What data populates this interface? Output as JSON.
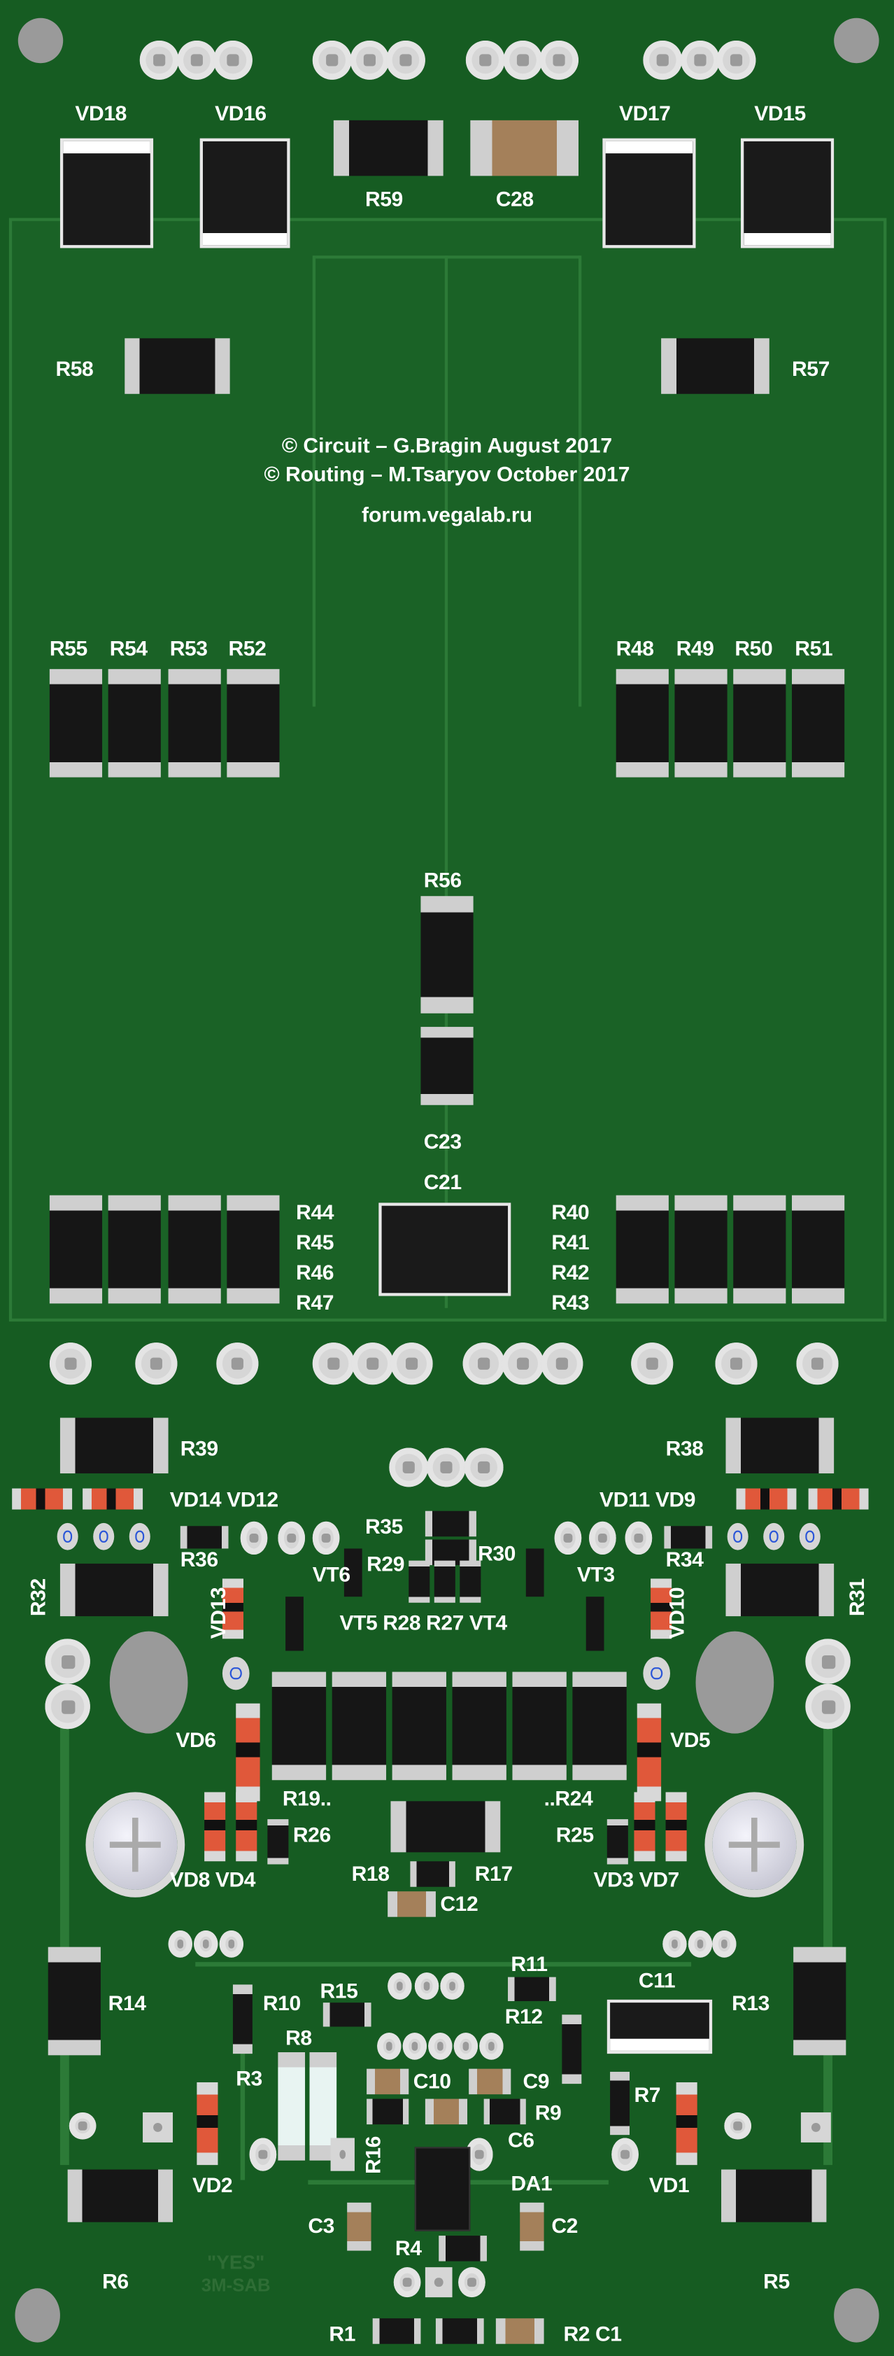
{
  "credits": {
    "line1": "© Circuit – G.Bragin   August 2017",
    "line2": "© Routing – M.Tsaryov   October 2017",
    "url": "forum.vegalab.ru"
  },
  "watermark": {
    "line1": "\"YES\"",
    "line2": "3M-SAB"
  },
  "labels": {
    "VD18": "VD18",
    "VD16": "VD16",
    "VD17": "VD17",
    "VD15": "VD15",
    "R59": "R59",
    "C28": "C28",
    "R58": "R58",
    "R57": "R57",
    "R55": "R55",
    "R54": "R54",
    "R53": "R53",
    "R52": "R52",
    "R48": "R48",
    "R49": "R49",
    "R50": "R50",
    "R51": "R51",
    "R56": "R56",
    "C23": "C23",
    "C21": "C21",
    "R44": "R44",
    "R45": "R45",
    "R46": "R46",
    "R47": "R47",
    "R40": "R40",
    "R41": "R41",
    "R42": "R42",
    "R43": "R43",
    "R39": "R39",
    "R38": "R38",
    "VD14_VD12": "VD14 VD12",
    "VD11_VD9": "VD11 VD9",
    "R35": "R35",
    "R30": "R30",
    "R36": "R36",
    "R34": "R34",
    "R29": "R29",
    "VT6": "VT6",
    "VT3": "VT3",
    "R32": "R32",
    "R31": "R31",
    "VD13": "VD13",
    "VD10": "VD10",
    "VT5_R28_R27_VT4": "VT5 R28 R27 VT4",
    "VD6": "VD6",
    "VD5": "VD5",
    "R19": "R19..",
    "R24": "..R24",
    "R26": "R26",
    "R25": "R25",
    "VD8_VD4": "VD8 VD4",
    "VD3_VD7": "VD3 VD7",
    "R18": "R18",
    "R17": "R17",
    "C12": "C12",
    "R11": "R11",
    "C11": "C11",
    "R15": "R15",
    "R10": "R10",
    "R14": "R14",
    "R13": "R13",
    "R12": "R12",
    "R8": "R8",
    "R3": "R3",
    "C10": "C10",
    "C9": "C9",
    "R7": "R7",
    "R9": "R9",
    "C6": "C6",
    "R16": "R16",
    "VD2": "VD2",
    "VD1": "VD1",
    "DA1": "DA1",
    "C3": "C3",
    "C2": "C2",
    "R6": "R6",
    "R5": "R5",
    "R4": "R4",
    "R1": "R1",
    "R2_C1": "R2 C1"
  }
}
